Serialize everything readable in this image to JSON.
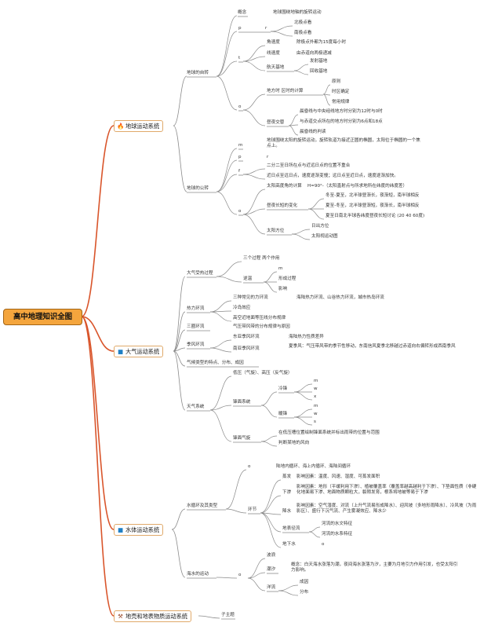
{
  "root": {
    "title": "高中地理知识全图"
  },
  "categories": {
    "c1": {
      "label": "地球运动系统",
      "icon": "fire-icon",
      "icon_glyph": "🔥",
      "icon_color": "#e0453a"
    },
    "c2": {
      "label": "大气运动系统",
      "icon": "flag-icon",
      "icon_glyph": "■",
      "icon_color": "#1f7fc4"
    },
    "c3": {
      "label": "水体运动系统",
      "icon": "flag-icon",
      "icon_glyph": "■",
      "icon_color": "#1f7fc4"
    },
    "c4": {
      "label": "地壳和地表物质运动系统",
      "icon": "tools-icon",
      "icon_glyph": "⚒",
      "icon_color": "#9a4a2a"
    }
  },
  "nodes": {
    "zizhuan": "地球的自转",
    "gainian": "概念",
    "gainian_txt": "地球围绕地轴的旋转运动",
    "p1": "p",
    "r1": "r",
    "beiji": "北极点看",
    "nanji": "南极点看",
    "t1": "t",
    "jiaosudu": "角速度",
    "jiaosudu_txt": "除极点外都为15度每小时",
    "xiansudu": "线速度",
    "xiansudu_txt": "由赤道向两极递减",
    "hangtian": "航天基地",
    "fashe": "发射基地",
    "huishou": "回收基地",
    "o1": "o",
    "difangshi": "地方时 区时的计算",
    "yuanli": "原则",
    "shiqu": "时区确定",
    "changyong": "常用规律",
    "zhouye": "昼夜交替",
    "zhouye1": "晨昏线与中央经线地方时分别为12时与0时",
    "zhouye2": "与赤道交点所在的地方时分别为6点和18点",
    "zhouye3": "晨昏线的判读",
    "gongzhuan": "地球的公转",
    "m2": "m",
    "m2_txt": "地球围绕太阳的旋转运动，旋转轨道为接近正圆的椭圆，太阳位于椭圆的一个焦点上。",
    "p2": "p",
    "r2": "r",
    "f2": "f",
    "f2_txt1": "二分二至日所在点与近远日点的位置不重合",
    "f2_txt2": "近日点至远日点，速度逐渐变慢；远日点至近日点，速度逐渐加快。",
    "o2": "o",
    "taiyang": "太阳高度角的计算",
    "taiyang_txt": "H=90°-（太阳直射点与所求地所在纬度的纬度差）",
    "zhouchang": "昼夜长短的变化",
    "zc1": "冬至-夏至，北半球昼渐长，夜渐短，南半球相反",
    "zc2": "夏至-冬至，北半球昼渐短，夜渐长，南半球相反",
    "zc3": "夏至日南北半球各纬度昼夜长短讨论 (20 40 60度)",
    "fangwei": "太阳方位",
    "fw1": "日出方位",
    "fw2": "太阳视运动图",
    "shourer": "大气受热过程",
    "san": "三个过程 两个作用",
    "cengceng": "逆温",
    "cm": "m",
    "xingcheng": "形成过程",
    "yingxiang": "影响",
    "relihuan": "热力环流",
    "rl1": "三种常见的力环流",
    "rl1_txt": "海陆热力环流、山谷热力环流，城市热岛环流",
    "rl2": "冷岛效应",
    "rl3": "高空近地面等压线分布规律",
    "sanquan": "三圈环流",
    "sanquan_txt": "气压带风带的分布规律与原因",
    "jifeng": "季风环流",
    "dongya": "东亚季风环流",
    "dongya_txt": "海陆热力性质差异",
    "nanya": "南亚季风环流",
    "nanya_txt": "夏季风：气压带风带的季节性移动，东南信风夏季北移越过赤道向右偏转形成西南季风",
    "qihou": "气候类型的特点、分布、成因",
    "tianqi": "天气系统",
    "dq": "低压（气旋）、高压（反气旋）",
    "fengmian": "锋面系统",
    "lengfeng": "冷锋",
    "nuanfeng": "暖锋",
    "m": "m",
    "w": "w",
    "x": "x",
    "s": "s",
    "fengmianqi": "锋面气旋",
    "fq1": "在低压槽位置绘制锋面系统并标出雨带的位置与范围",
    "fq2": "判断某地的风向",
    "shuixun": "水循环及其类型",
    "o3": "o",
    "o3_txt": "陆地内循环、海上内循环、海陆间循环",
    "huanjie": "环节",
    "zhengfa": "蒸发",
    "zhengfa_txt": "影响因素：温度、风速、湿度、可蒸发面积",
    "xiashen": "下渗",
    "xiashen_txt": "影响因素：地形（平缓利用下渗）、植被覆盖率（覆盖率越高越利于下渗）、下垫面性质（非硬化地面易下渗、地面物质颗粒大，裂隙发育，根系将地被等易于下渗",
    "jiangshui": "降水",
    "jiangshui_txt": "影响因素：空气湿度、对流（上升气流易形成降水）、迎风坡（多地形雨降水）、冷风坡（为雨影区）、盛行下沉气流、产生雾凝效应、降水少",
    "dibiao": "地表径流",
    "db1": "河流的水文特征",
    "db2": "河流的水系特征",
    "dixia": "地下水",
    "dixia_o": "o",
    "haishui": "海水的运动",
    "o4": "o",
    "bolang": "波浪",
    "chaoxi": "潮汐",
    "chaoxi_txt": "概念：白天海水涨落为潮，夜间海水涨落为汐，主要为月地引力作用引发，也受太阳引力影响。",
    "yangliu": "洋流",
    "chengyin": "成因",
    "fenbu": "分布",
    "zizhuti": "子主题"
  }
}
